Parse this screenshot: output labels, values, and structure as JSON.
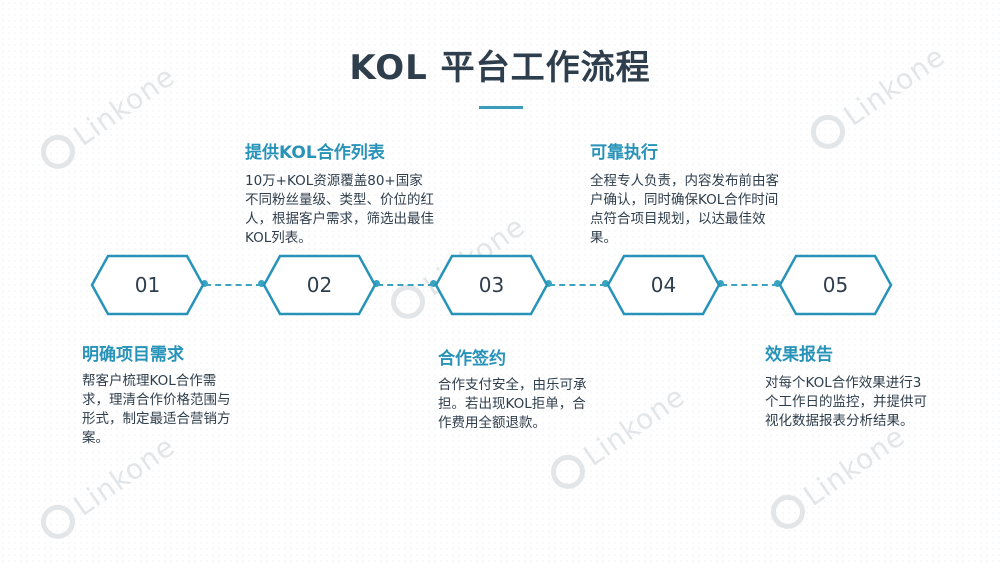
{
  "title": "KOL 平台工作流程",
  "watermark": "Linkone",
  "colors": {
    "accent": "#2893b8",
    "text": "#2f3e4c",
    "connector": "#3aa3bf"
  },
  "steps": [
    {
      "number": "01",
      "title": "明确项目需求",
      "description": "帮客户梳理KOL合作需求，理清合作价格范围与形式，制定最适合营销方案。"
    },
    {
      "number": "02",
      "title": "提供KOL合作列表",
      "description": "10万+KOL资源覆盖80+国家不同粉丝量级、类型、价位的红人，根据客户需求，筛选出最佳KOL列表。"
    },
    {
      "number": "03",
      "title": "合作签约",
      "description": "合作支付安全，由乐可承担。若出现KOL拒单，合作费用全额退款。"
    },
    {
      "number": "04",
      "title": "可靠执行",
      "description": "全程专人负责，内容发布前由客户确认，同时确保KOL合作时间点符合项目规划，以达最佳效果。"
    },
    {
      "number": "05",
      "title": "效果报告",
      "description": "对每个KOL合作效果进行3个工作日的监控，并提供可视化数据报表分析结果。"
    }
  ]
}
